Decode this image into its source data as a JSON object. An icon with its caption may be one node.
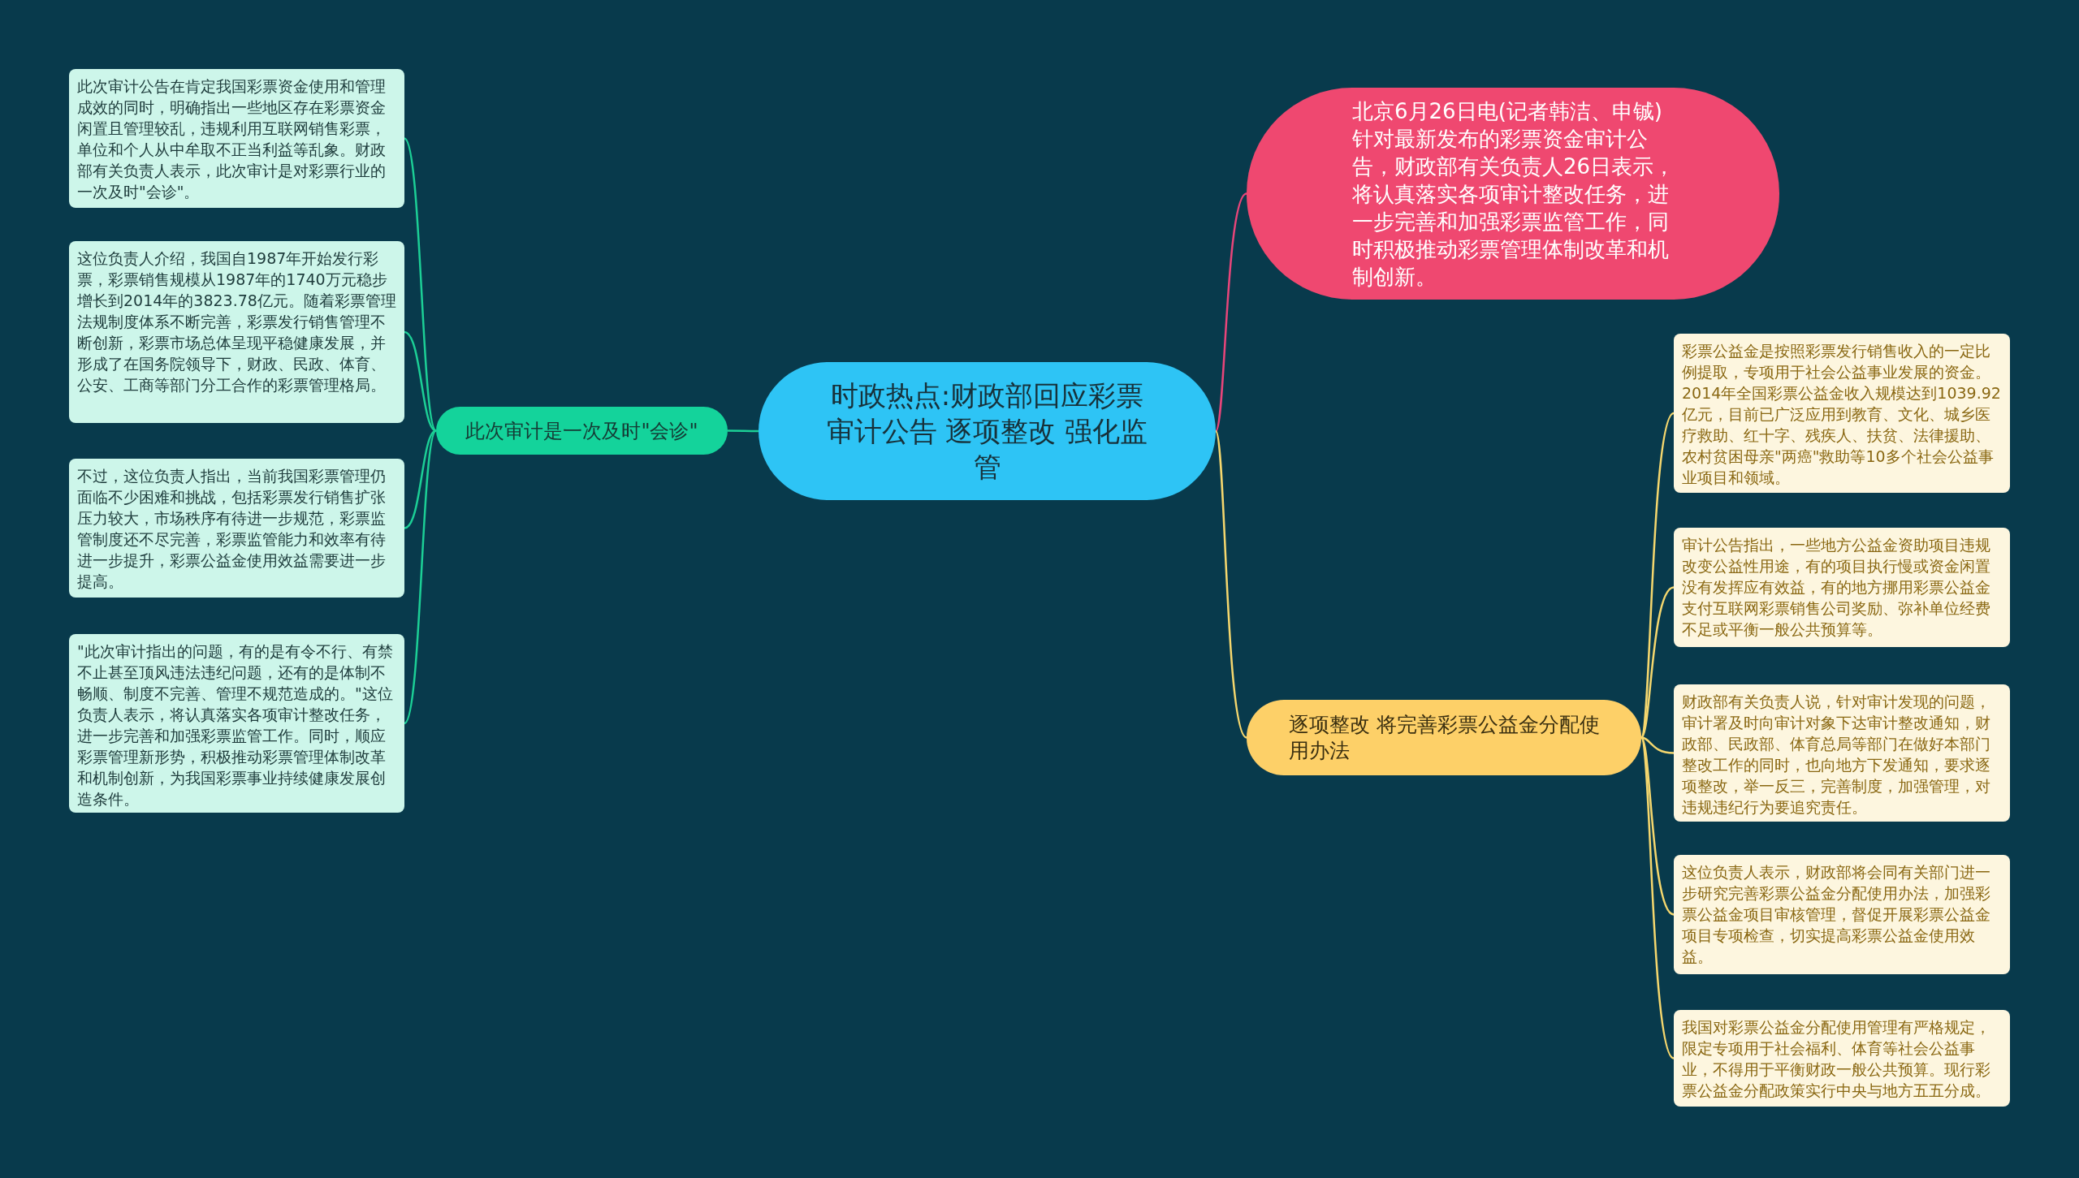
{
  "diagram": {
    "nodes": [
      {
        "text": [
          "时政热点:财政部回应彩票审计公告 逐项整改 强化监管"
        ]
      },
      {
        "text": [
          "北京6月26日电(记者韩洁、申铖)针对最新发布的彩票资金审计公告，财政部有关负责人26日表示，将认真落实各项审计整改任务，进一步完善和加强彩票监管工作，同时积极推动彩票管理体制改革和机制创新。"
        ]
      },
      {
        "text": [
          "此次审计是一次及时\"会诊\""
        ]
      },
      {
        "text": [
          "此次审计公告在肯定我国彩票资金使用和管理成效的同时，明确指出一些地区存在彩票资金闲置且管理较乱，违规利用互联网销售彩票，单位和个人从中牟取不正当利益等乱象。财政部有关负责人表示，此次审计是对彩票行业的一次及时\"会诊\"。"
        ]
      },
      {
        "text": [
          "这位负责人介绍，我国自1987年开始发行彩票，彩票销售规模从1987年的1740万元稳步增长到2014年的3823.78亿元。随着彩票管理法规制度体系不断完善，彩票发行销售管理不断创新，彩票市场总体呈现平稳健康发展，并形成了在国务院领导下，财政、民政、体育、公安、工商等部门分工合作的彩票管理格局。"
        ]
      },
      {
        "text": [
          "不过，这位负责人指出，当前我国彩票管理仍面临不少困难和挑战，包括彩票发行销售扩张压力较大，市场秩序有待进一步规范，彩票监管制度还不尽完善，彩票监管能力和效率有待进一步提升，彩票公益金使用效益需要进一步提高。"
        ]
      },
      {
        "text": [
          "\"此次审计指出的问题，有的是有令不行、有禁不止甚至顶风违法违纪问题，还有的是体制不畅顺、制度不完善、管理不规范造成的。\"这位负责人表示，将认真落实各项审计整改任务，进一步完善和加强彩票监管工作。同时，顺应彩票管理新形势，积极推动彩票管理体制改革和机制创新，为我国彩票事业持续健康发展创造条件。"
        ]
      },
      {
        "text": [
          "逐项整改 将完善彩票公益金分配使用办法"
        ]
      },
      {
        "text": [
          "彩票公益金是按照彩票发行销售收入的一定比例提取，专项用于社会公益事业发展的资金。2014年全国彩票公益金收入规模达到1039.92亿元，目前已广泛应用到教育、文化、城乡医疗救助、红十字、残疾人、扶贫、法律援助、农村贫困母亲\"两癌\"救助等10多个社会公益事业项目和领域。"
        ]
      },
      {
        "text": [
          "审计公告指出，一些地方公益金资助项目违规改变公益性用途，有的项目执行慢或资金闲置没有发挥应有效益，有的地方挪用彩票公益金支付互联网彩票销售公司奖励、弥补单位经费不足或平衡一般公共预算等。"
        ]
      },
      {
        "text": [
          "财政部有关负责人说，针对审计发现的问题，审计署及时向审计对象下达审计整改通知，财政部、民政部、体育总局等部门在做好本部门整改工作的同时，也向地方下发通知，要求逐项整改，举一反三，完善制度，加强管理，对违规违纪行为要追究责任。"
        ]
      },
      {
        "text": [
          "这位负责人表示，财政部将会同有关部门进一步研究完善彩票公益金分配使用办法，加强彩票公益金项目审核管理，督促开展彩票公益金项目专项检查，切实提高彩票公益金使用效益。"
        ]
      },
      {
        "text": [
          "我国对彩票公益金分配使用管理有严格规定，限定专项用于社会福利、体育等社会公益事业，不得用于平衡财政一般公共预算。现行彩票公益金分配政策实行中央与地方五五分成。"
        ]
      }
    ],
    "edges": [
      {
        "from": 0,
        "to": 1,
        "arrow": "none",
        "color": "#e8457a"
      },
      {
        "from": 0,
        "to": 2,
        "arrow": "none",
        "color": "#1ccf96"
      },
      {
        "from": 2,
        "to": 3,
        "arrow": "none",
        "color": "#1ccf96"
      },
      {
        "from": 2,
        "to": 4,
        "arrow": "none",
        "color": "#1ccf96"
      },
      {
        "from": 2,
        "to": 5,
        "arrow": "none",
        "color": "#1ccf96"
      },
      {
        "from": 2,
        "to": 6,
        "arrow": "none",
        "color": "#1ccf96"
      },
      {
        "from": 0,
        "to": 7,
        "arrow": "none"
      },
      {
        "from": 7,
        "to": 8,
        "arrow": "none"
      },
      {
        "from": 7,
        "to": 9,
        "arrow": "none"
      },
      {
        "from": 7,
        "to": 10,
        "arrow": "none"
      },
      {
        "from": 7,
        "to": 11,
        "arrow": "none"
      },
      {
        "from": 7,
        "to": 12,
        "arrow": "none"
      }
    ]
  }
}
